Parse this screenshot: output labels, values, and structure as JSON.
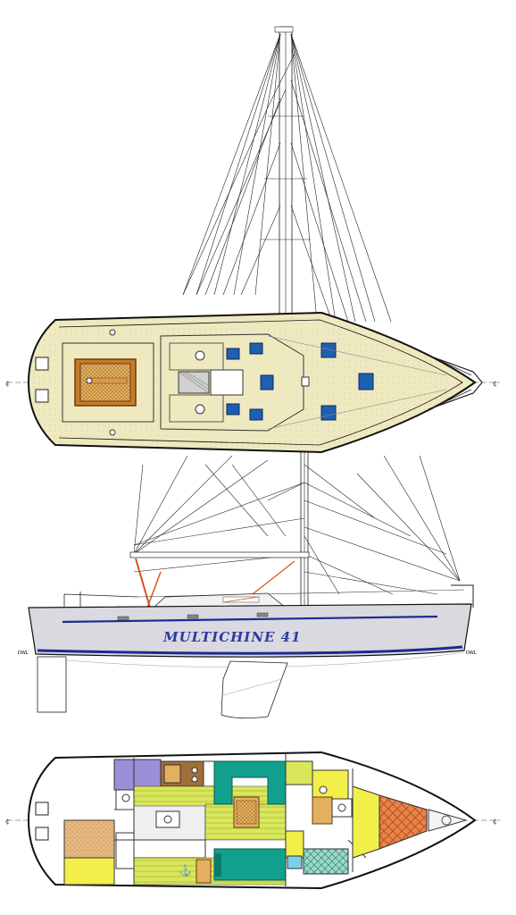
{
  "drawing": {
    "hull_name": "MULTICHINE 41",
    "waterline_marks": [
      "DWL",
      "DWL"
    ],
    "centerline_marks": [
      "¢",
      "¢",
      "¢",
      "¢"
    ]
  },
  "colors": {
    "deck": "#efe9c0",
    "teak": "#c87a28",
    "hatch": "#1f5fb0",
    "hull_topsides": "#d9d9df",
    "boot_stripe": "#1c2a90",
    "name_text": "#2c3aa0",
    "spinnaker_sheet": "#d8501e",
    "settee_teal": "#12a08e",
    "cabin_yellow": "#f2ef4a",
    "sole_lime": "#d8e85a",
    "berth_tan": "#e8b880",
    "forepeak_orange": "#e8844a",
    "lavender": "#9c8ed8",
    "galley_brown": "#a06e3a"
  }
}
